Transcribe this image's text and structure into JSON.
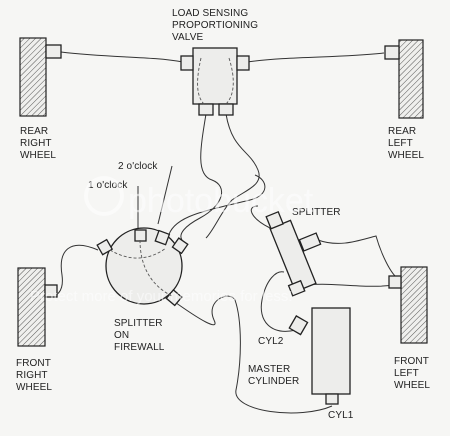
{
  "labels": {
    "valve_line1": "LOAD SENSING",
    "valve_line2": "PROPORTIONING",
    "valve_line3": "VALVE",
    "rear_right_1": "REAR",
    "rear_right_2": "RIGHT",
    "rear_right_3": "WHEEL",
    "rear_left_1": "REAR",
    "rear_left_2": "LEFT",
    "rear_left_3": "WHEEL",
    "two_oclock": "2 o'clock",
    "one_oclock": "1 o'clock",
    "splitter": "SPLITTER",
    "splitter_fw_1": "SPLITTER",
    "splitter_fw_2": "ON",
    "splitter_fw_3": "FIREWALL",
    "front_right_1": "FRONT",
    "front_right_2": "RIGHT",
    "front_right_3": "WHEEL",
    "front_left_1": "FRONT",
    "front_left_2": "LEFT",
    "front_left_3": "WHEEL",
    "cyl2": "CYL2",
    "master_1": "MASTER",
    "master_2": "CYLINDER",
    "cyl1": "CYL1"
  },
  "watermark": {
    "brand": "photobucket",
    "tagline": "Protect more of your memories for less!"
  }
}
